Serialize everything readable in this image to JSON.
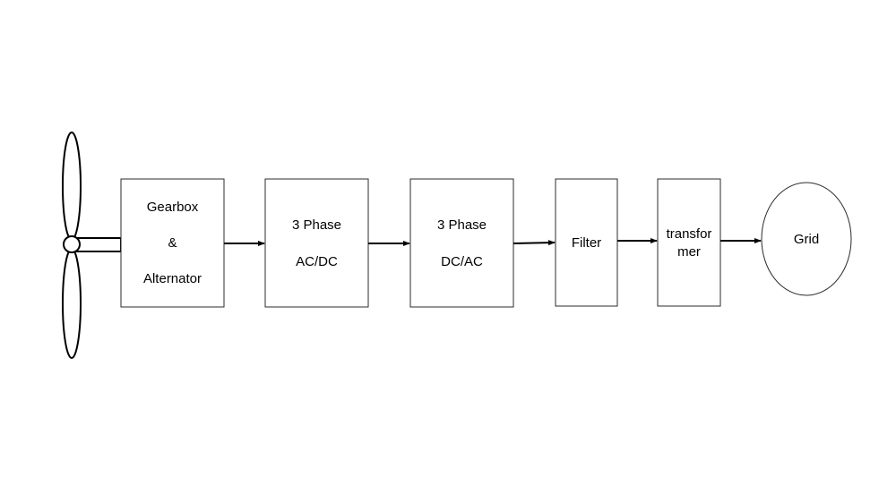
{
  "blocks": {
    "gearbox": {
      "line1": "Gearbox",
      "line2": "&",
      "line3": "Alternator"
    },
    "rectifier": {
      "line1": "3 Phase",
      "line2": "AC/DC"
    },
    "inverter": {
      "line1": "3 Phase",
      "line2": "DC/AC"
    },
    "filter": {
      "line1": "Filter"
    },
    "transformer": {
      "line1": "transfor",
      "line2": "mer"
    },
    "grid": {
      "line1": "Grid"
    }
  },
  "connections": [
    {
      "from": "wind-turbine",
      "to": "gearbox"
    },
    {
      "from": "gearbox",
      "to": "rectifier"
    },
    {
      "from": "rectifier",
      "to": "inverter"
    },
    {
      "from": "inverter",
      "to": "filter"
    },
    {
      "from": "filter",
      "to": "transformer"
    },
    {
      "from": "transformer",
      "to": "grid"
    }
  ],
  "icons": {
    "turbine": "wind-turbine-icon"
  },
  "colors": {
    "stroke": "#000000",
    "background": "#ffffff"
  }
}
